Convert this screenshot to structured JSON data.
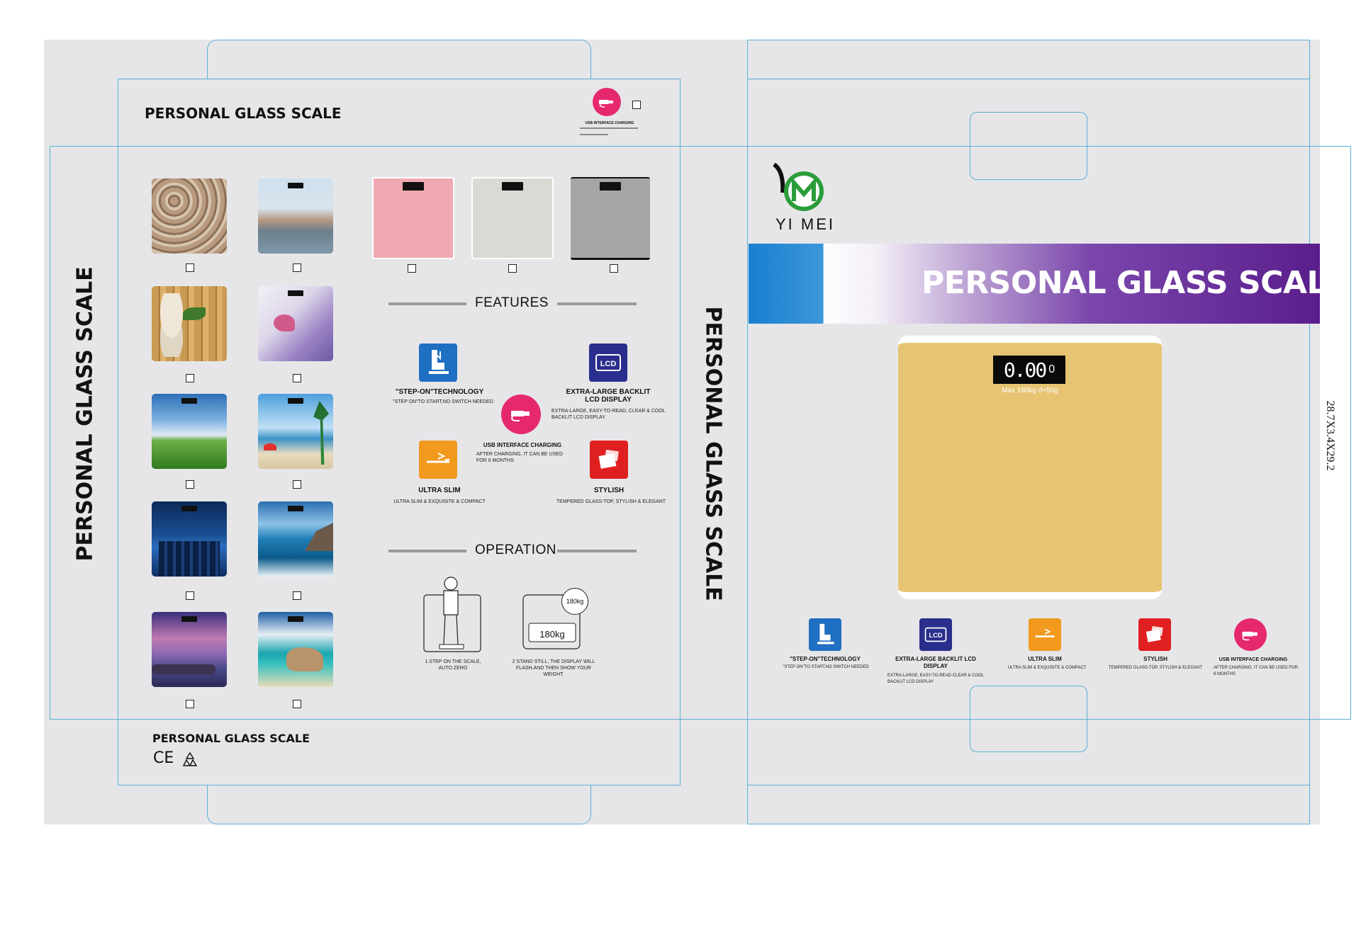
{
  "product": {
    "title": "PERSONAL GLASS SCALE",
    "brand": "YI MEI"
  },
  "colors": {
    "panel": "#e6e6e8",
    "cutline": "#5ab0d6",
    "banner_blue": "#1a7fd0",
    "banner_purple": "#5a1e8c",
    "scale_gold": "#e6c472",
    "icon_blue": "#1f6fc2",
    "icon_navy": "#2a2e8c",
    "icon_orange": "#f19a1e",
    "icon_red": "#e02020",
    "icon_pink": "#e6286e"
  },
  "top_flap": {
    "title": "PERSONAL GLASS SCALE",
    "usb_caption": "USB INTERFACE CHARGING"
  },
  "left_side": {
    "vertical_title": "PERSONAL GLASS SCALE",
    "thumbnails": [
      "pebbles",
      "seaside-town",
      "bamboo-stones",
      "butterfly-flowers",
      "grassland-sky",
      "beach-palm",
      "city-night",
      "ocean-waves",
      "rocky-sunset",
      "tropical-rocks"
    ]
  },
  "back_panel": {
    "samples": [
      "pink",
      "light-grey",
      "grey"
    ],
    "features_heading": "FEATURES",
    "features": [
      {
        "icon": "boot-icon",
        "label": "\"STEP-ON\"TECHNOLOGY",
        "desc": "\"STEP ON\"TO START,NO SWITCH NEEDED"
      },
      {
        "icon": "lcd-icon",
        "label": "EXTRA-LARGE BACKLIT LCD DISPLAY",
        "desc": "EXTRA-LARGE, EASY-TO-READ, CLEAR & COOL BACKLIT LCD DISPLAY"
      },
      {
        "icon": "usb-icon",
        "label": "USB INTERFACE CHARGING",
        "desc": "AFTER CHARGING, IT CAN BE USED FOR 6 MONTHS"
      },
      {
        "icon": "slim-icon",
        "label": "ULTRA SLIM",
        "desc": "ULTRA SLIM & EXQUISITE & COMPACT"
      },
      {
        "icon": "stylish-icon",
        "label": "STYLISH",
        "desc": "TEMPERED GLASS-TOP, STYLISH & ELEGANT"
      }
    ],
    "operation_heading": "OPERATION",
    "operation": [
      {
        "desc": "1.STEP ON THE SCALE, AUTO ZERO"
      },
      {
        "bubble": "180kg",
        "display": "180kg",
        "desc": "2 STAND STILL, THE DISPLAY WILL FLASH,AND THEN SHOW YOUR WEIGHT."
      }
    ]
  },
  "bottom_flap": {
    "title": "PERSONAL GLASS SCALE",
    "marks": "CE"
  },
  "right_side": {
    "vertical_title": "PERSONAL GLASS SCALE"
  },
  "front_panel": {
    "banner_title": "PERSONAL GLASS SCALE",
    "display": "0.00",
    "display_unit": "0",
    "capacity": "Max 180kg d=50g",
    "features": [
      {
        "label": "\"STEP-ON\"TECHNOLOGY",
        "desc": "\"STEP ON\"TO START,NO SWITCH NEEDED"
      },
      {
        "label": "EXTRA-LARGE BACKLIT LCD DISPLAY",
        "desc": "EXTRA-LARGE, EASY-TO-READ CLEAR & COOL BACKLIT LCD DISPLAY"
      },
      {
        "label": "ULTRA SLIM",
        "desc": "ULTRA SLIM & EXQUISITE & COMPACT"
      },
      {
        "label": "STYLISH",
        "desc": "TEMPERED GLASS-TOP, STYLISH & ELEGANT"
      },
      {
        "label": "USB INTERFACE CHARGING",
        "desc": "AFTER CHARGING, IT CAN BE USED FOR 6 MONTHS"
      }
    ]
  },
  "dimensions": "28.7X3.4X29.2"
}
